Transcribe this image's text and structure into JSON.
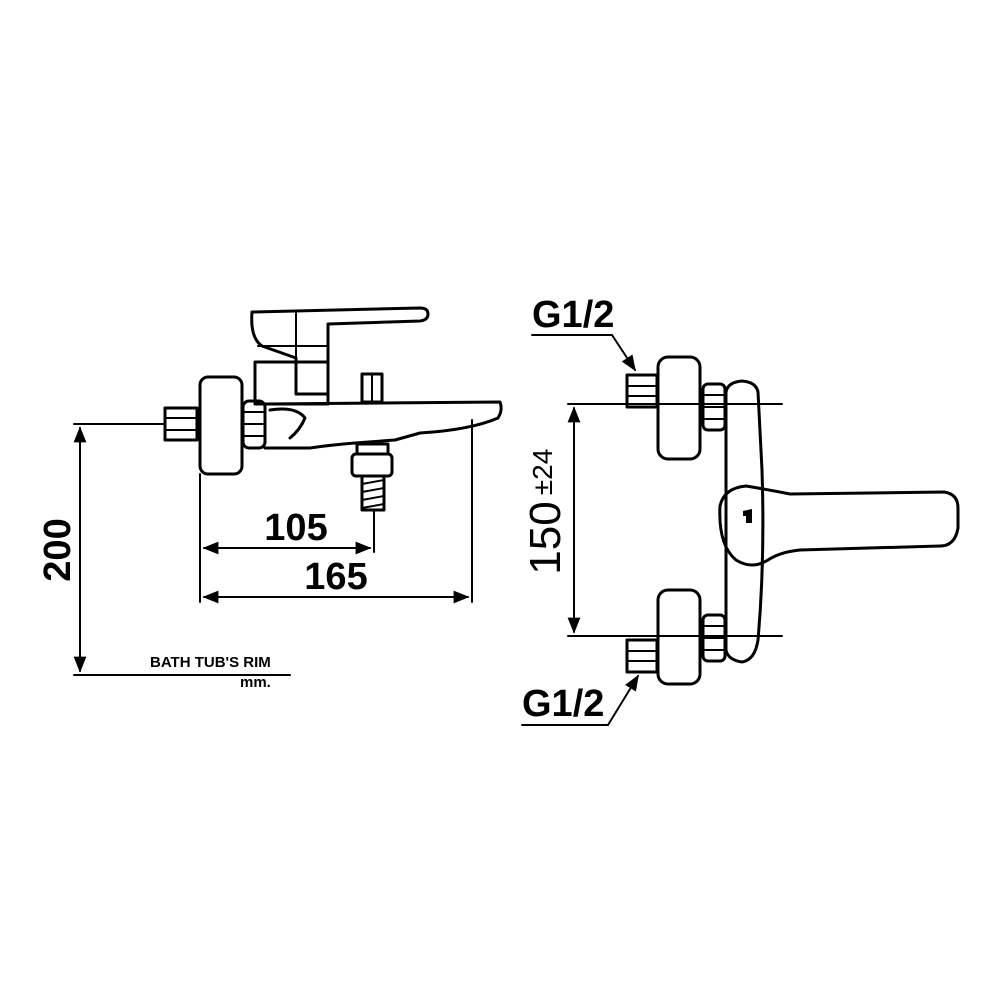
{
  "labels": {
    "dim_200": "200",
    "dim_105": "105",
    "dim_165": "165",
    "dim_150": "150",
    "dim_tol": "±24",
    "thread_top": "G1/2",
    "thread_bottom": "G1/2",
    "rim_label": "BATH TUB'S RIM",
    "unit_label": "mm."
  }
}
